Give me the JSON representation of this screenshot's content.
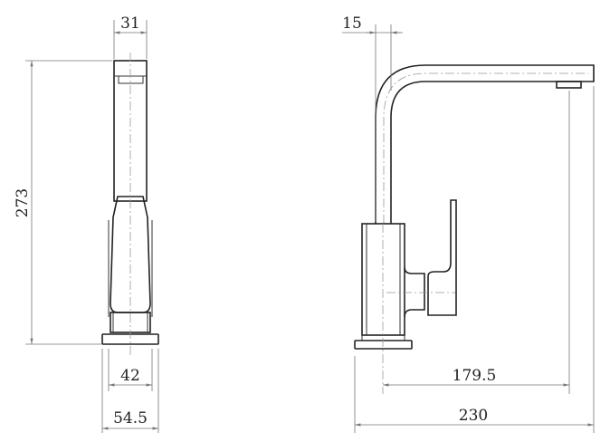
{
  "front_view": {
    "dimensions": {
      "top_width": "31",
      "height": "273",
      "body_width": "42",
      "base_width": "54.5"
    }
  },
  "side_view": {
    "dimensions": {
      "pipe_width": "15",
      "spout_reach": "179.5",
      "overall_length": "230"
    }
  },
  "colors": {
    "line": "#222222",
    "dimension": "#777777"
  }
}
